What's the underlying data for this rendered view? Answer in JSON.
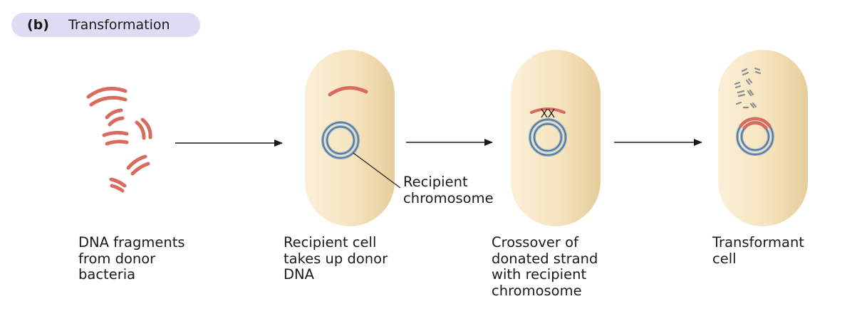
{
  "header": {
    "letter": "(b)",
    "title": "Transformation"
  },
  "captions": {
    "step1": "DNA fragments\nfrom donor\nbacteria",
    "step2": "Recipient cell\ntakes up donor\nDNA",
    "step3": "Crossover of\ndonated strand\nwith recipient\nchromosome",
    "step4": "Transformant\ncell"
  },
  "callout": {
    "label": "Recipient\nchromosome"
  },
  "colors": {
    "dna_red": "#d86a5e",
    "cell_fill": "#f6e6c3",
    "cell_shadow": "#e2c895",
    "chromosome_blue": "#8aaece",
    "fragment_gray": "#8c8c8c",
    "header_bg": "#dcdcf5",
    "arrow": "#1a1a1a"
  }
}
